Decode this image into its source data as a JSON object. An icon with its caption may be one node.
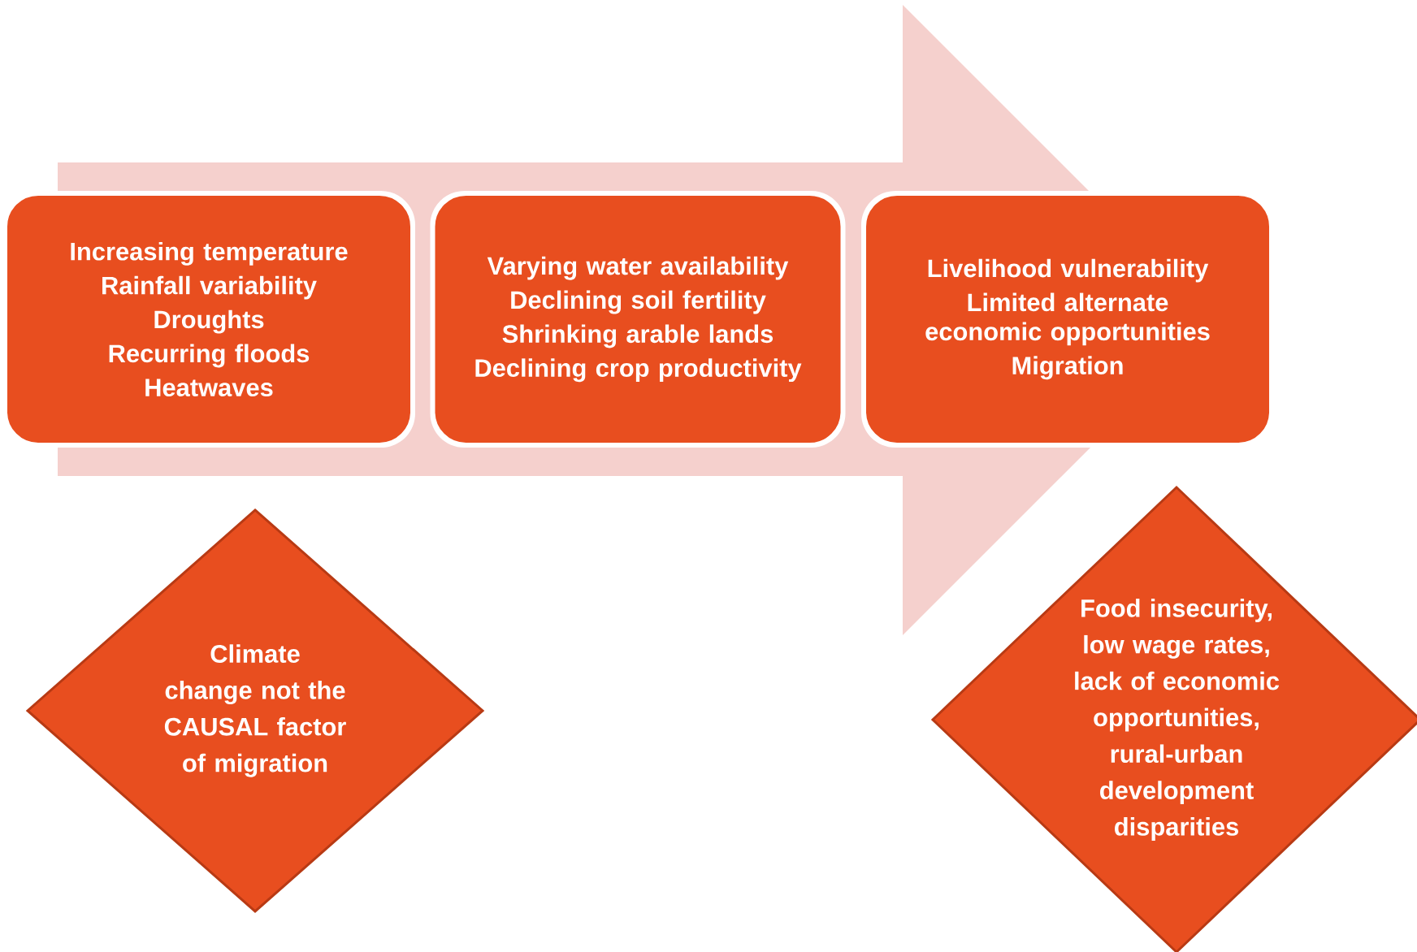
{
  "diagram": {
    "nodes": [
      {
        "text": [
          "Increasing temperature",
          "Rainfall variability",
          "Droughts",
          "Recurring floods",
          "Heatwaves"
        ]
      },
      {
        "text": [
          "Varying water availability",
          "Declining soil fertility",
          "Shrinking arable lands",
          "Declining crop productivity"
        ]
      },
      {
        "text": [
          "Livelihood vulnerability",
          "Limited alternate economic opportunities",
          "Migration"
        ]
      },
      {
        "text": [
          "Climate change not the CAUSAL factor of migration"
        ]
      },
      {
        "text": [
          "Food insecurity, low wage rates, lack of economic opportunities, rural-urban development disparities"
        ]
      }
    ],
    "edges": [
      {
        "from": 0,
        "to": 2,
        "arrow": "to",
        "style": "thick"
      }
    ]
  }
}
